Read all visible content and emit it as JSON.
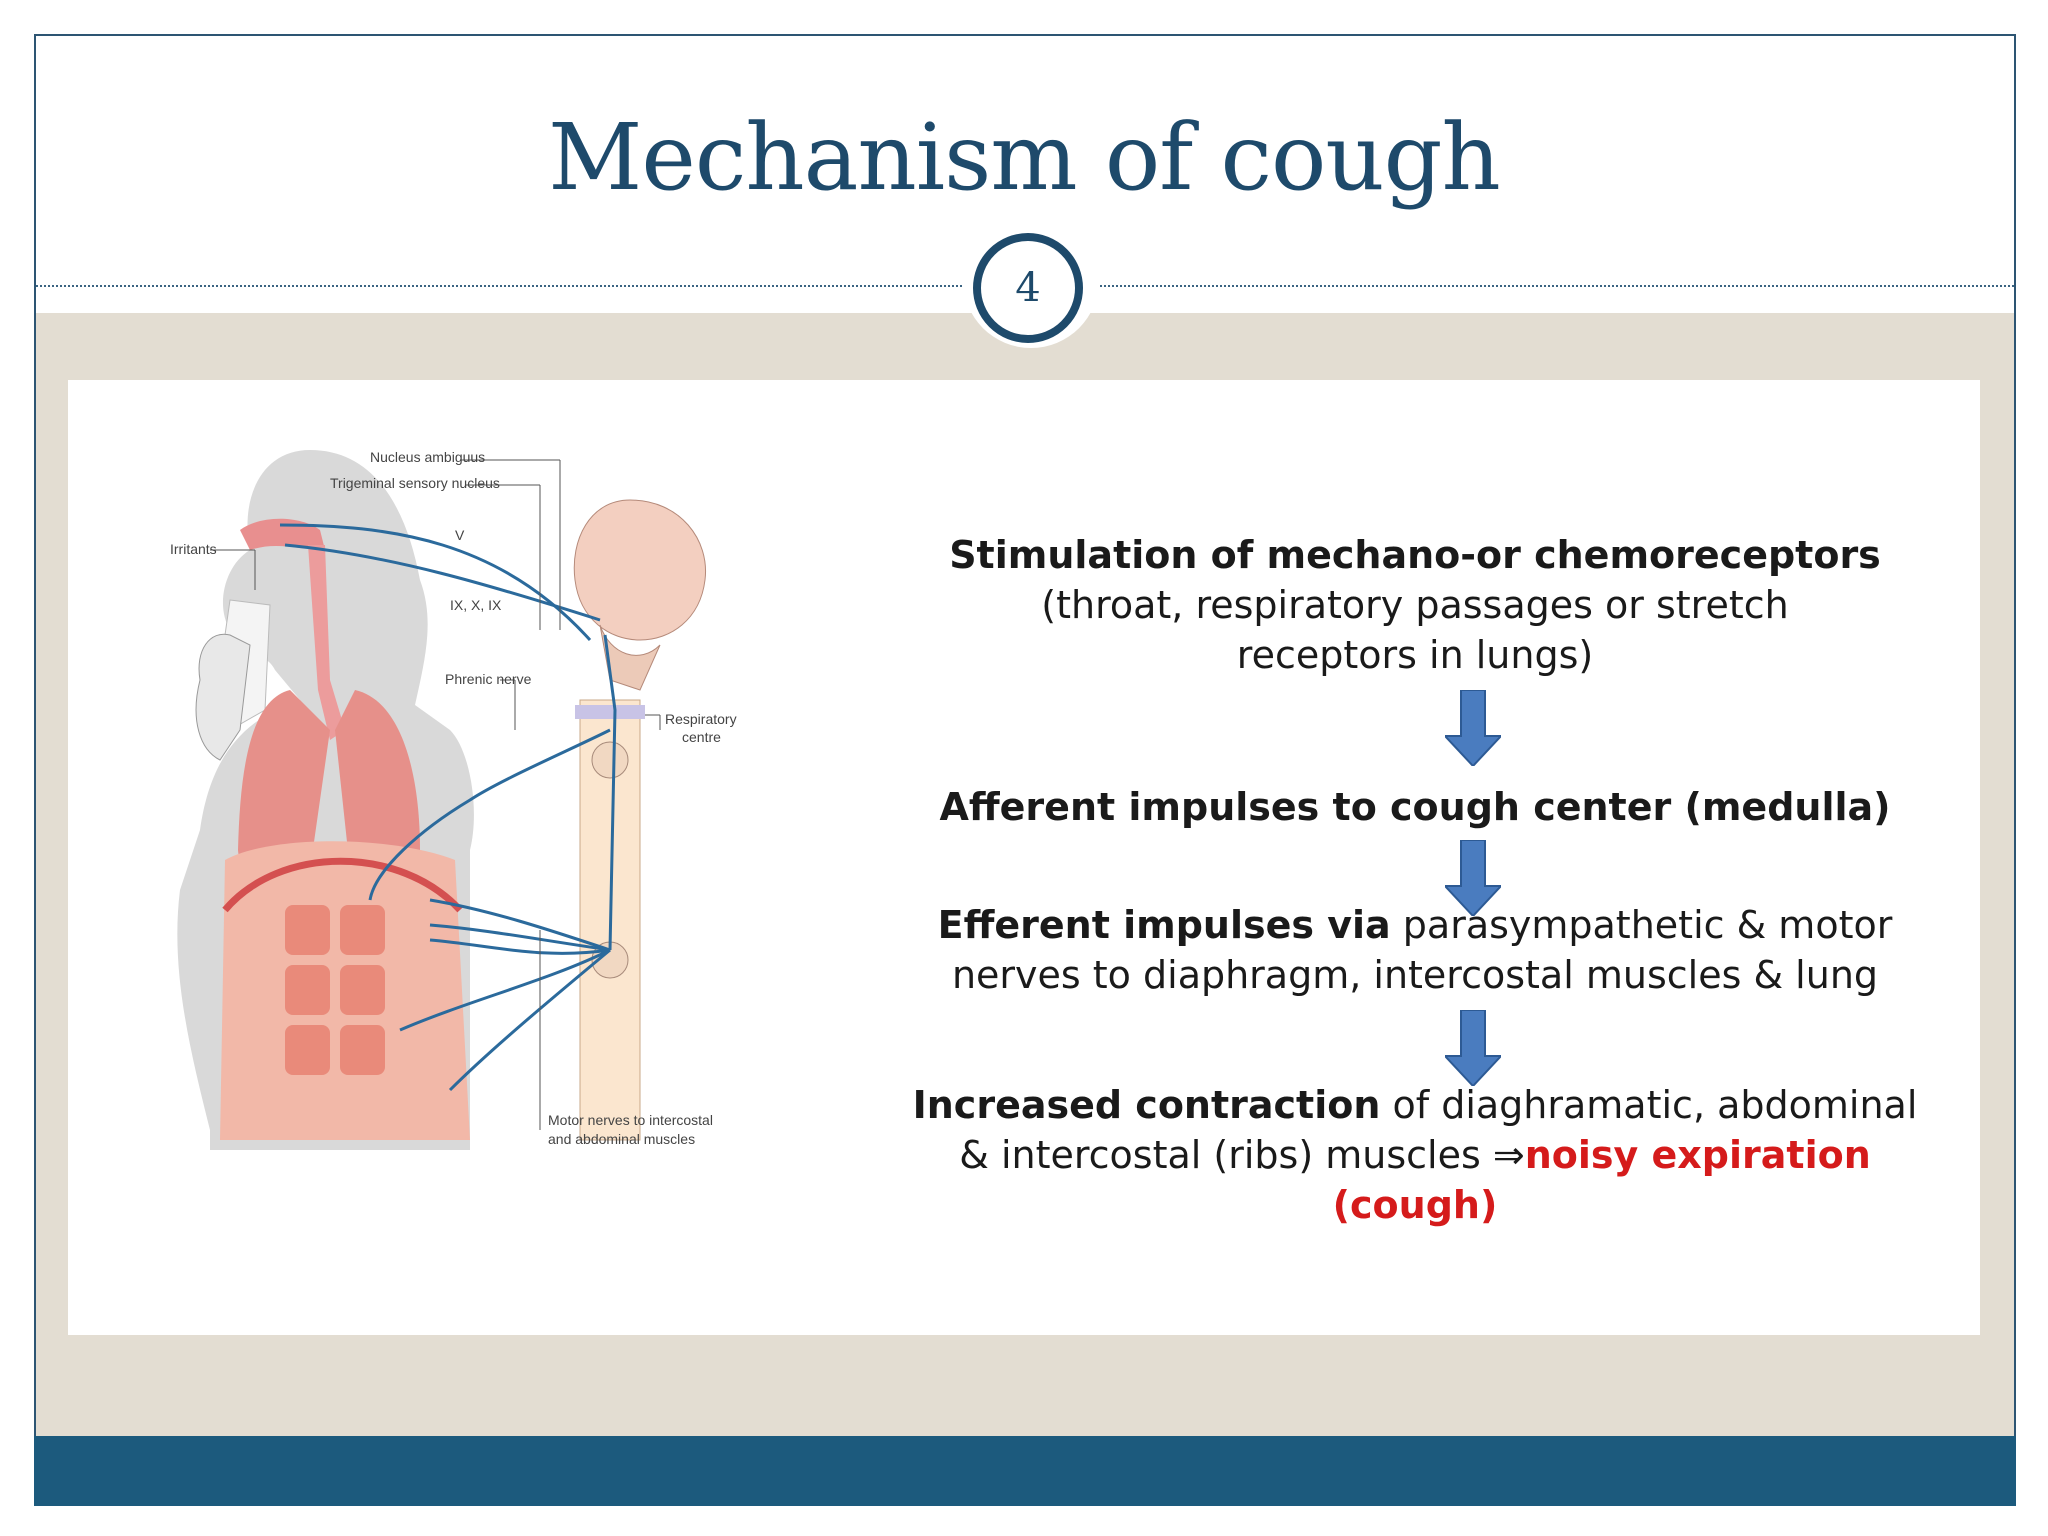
{
  "slide": {
    "title": "Mechanism of cough",
    "page_number": "4",
    "colors": {
      "title": "#1e4a6b",
      "footer": "#1c5a7d",
      "panel": "#e3ddd2",
      "arrow": "#4a7cbf",
      "highlight": "#d51b1b"
    }
  },
  "diagram": {
    "labels": {
      "nucleus_ambiguus": "Nucleus ambiguus",
      "trigeminal": "Trigeminal sensory nucleus",
      "irritants": "Irritants",
      "v": "V",
      "nerves_ix_x": "IX, X, IX",
      "phrenic": "Phrenic nerve",
      "respiratory_1": "Respiratory",
      "respiratory_2": "centre",
      "motor_1": "Motor nerves to intercostal",
      "motor_2": "and abdominal muscles"
    }
  },
  "flow": {
    "step1": {
      "bold": "Stimulation of mechano-or chemoreceptors",
      "line2": "(throat, respiratory passages or stretch",
      "line3": "receptors in lungs)"
    },
    "step2": {
      "bold": "Afferent impulses to cough center (medulla)"
    },
    "step3": {
      "bold": "Efferent impulses via",
      "normal": " parasympathetic & motor",
      "line2": "nerves to diaphragm, intercostal muscles & lung"
    },
    "step4": {
      "bold": "Increased contraction",
      "normal": " of diaghramatic, abdominal",
      "line2": "& intercostal (ribs) muscles ",
      "implies": "⇒",
      "red1": "noisy expiration",
      "red2": "(cough)"
    }
  }
}
